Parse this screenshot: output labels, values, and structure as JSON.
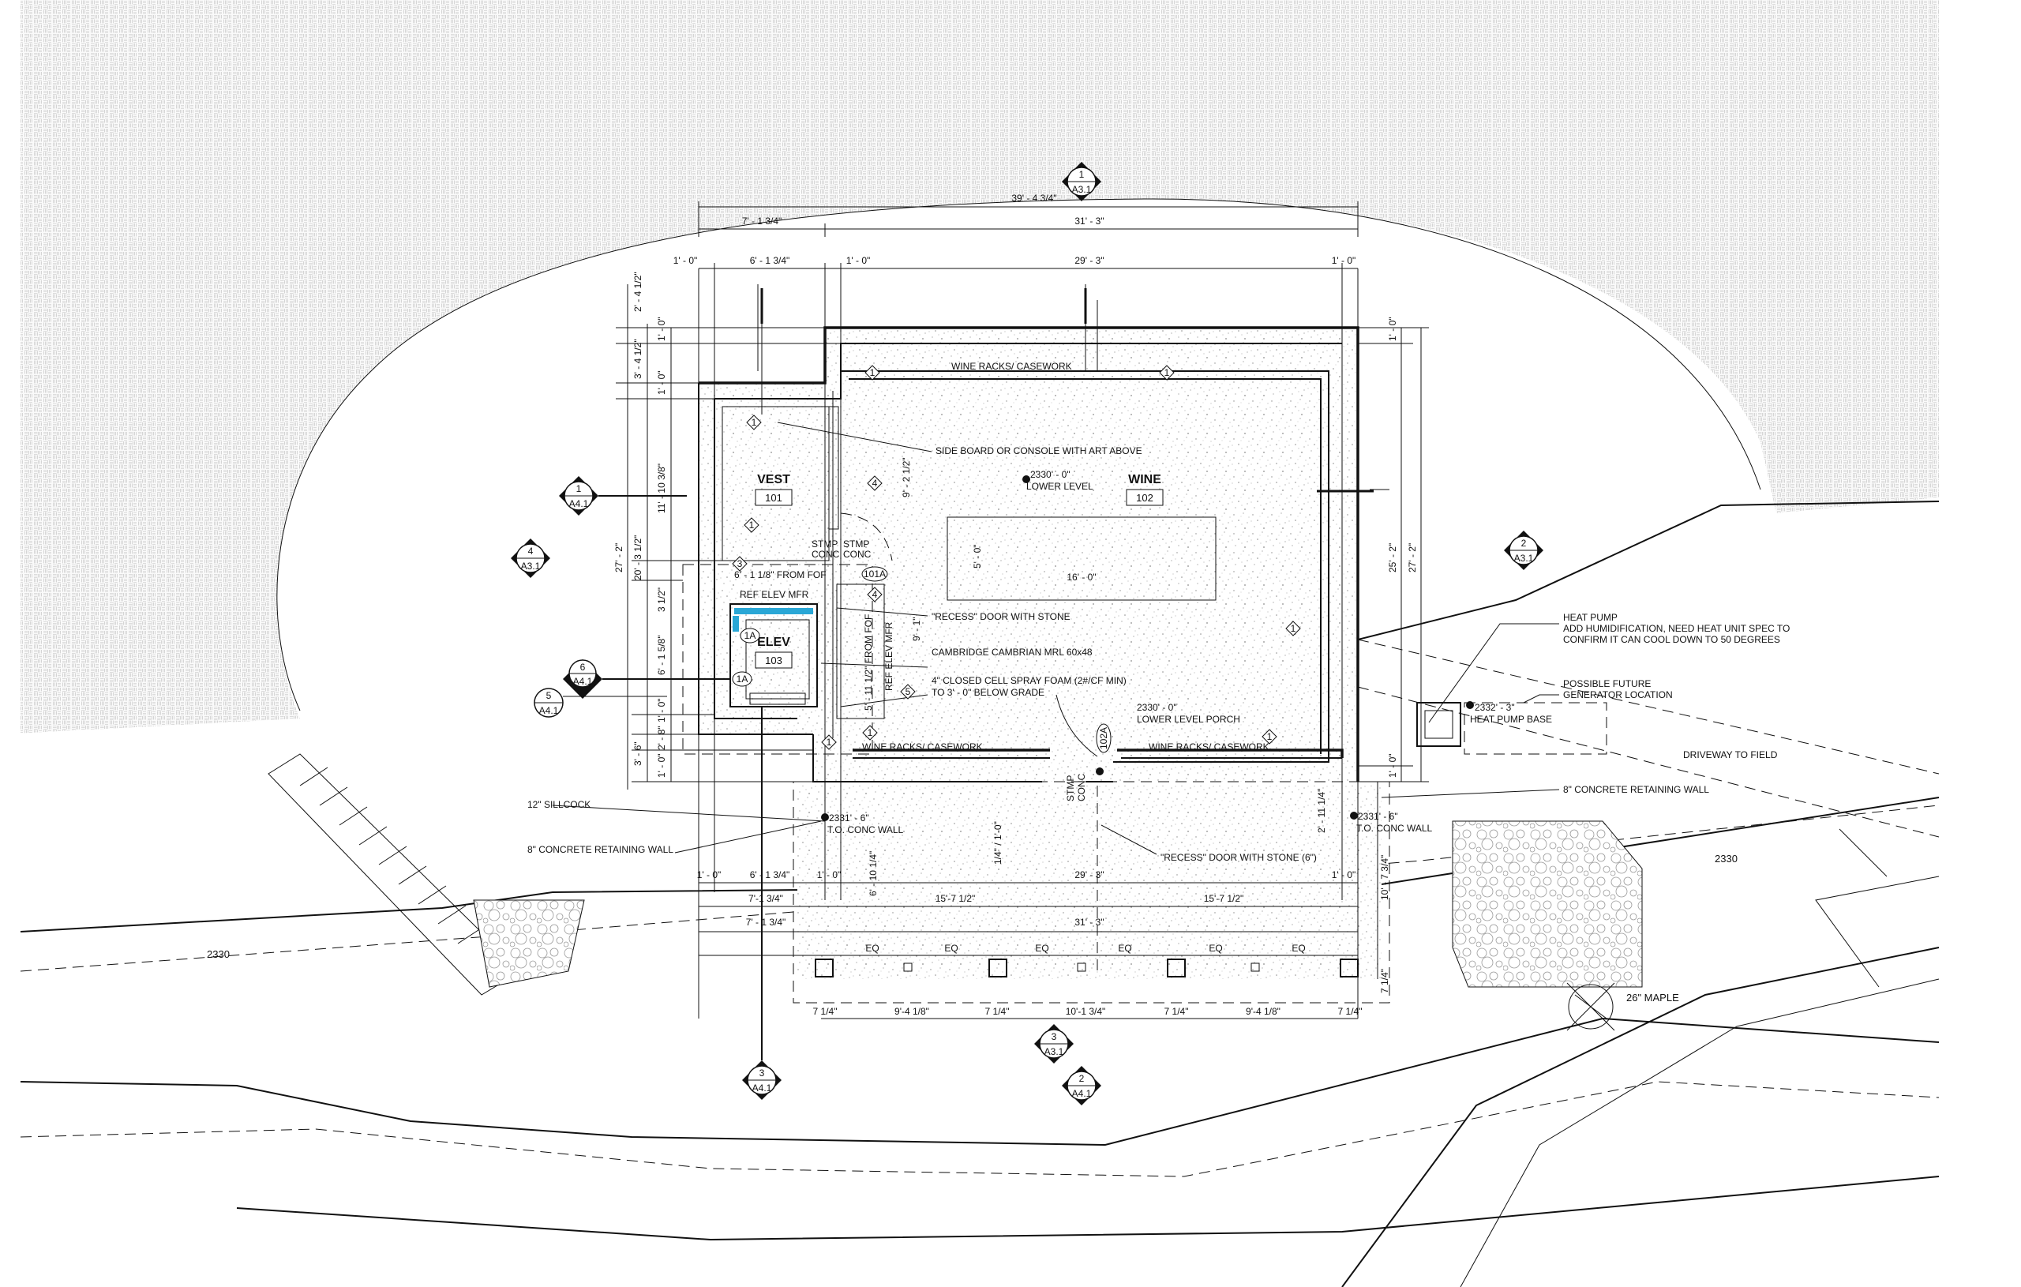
{
  "rooms": {
    "vest": {
      "name": "VEST",
      "number": "101"
    },
    "wine": {
      "name": "WINE",
      "number": "102"
    },
    "elev": {
      "name": "ELEV",
      "number": "103"
    }
  },
  "spot_elevations": {
    "lower_level": {
      "value": "2330' - 0\"",
      "label": "LOWER LEVEL"
    },
    "lower_level_porch": {
      "value": "2330' - 0\"",
      "label": "LOWER LEVEL PORCH"
    },
    "heat_pump_base": {
      "value": "2332' - 3\"",
      "label": "HEAT PUMP BASE"
    },
    "conc_wall_left": {
      "value": "2331' - 6\"",
      "label": "T.O. CONC WALL"
    },
    "conc_wall_right": {
      "value": "2331' - 6\"",
      "label": "T.O. CONC WALL"
    }
  },
  "notes": {
    "wine_racks_top": "WINE RACKS/ CASEWORK",
    "wine_racks_left": "WINE RACKS/ CASEWORK",
    "wine_racks_right": "WINE RACKS/ CASEWORK",
    "side_board": "SIDE BOARD OR CONSOLE WITH ART ABOVE",
    "recess_door": "\"RECESS\" DOOR WITH STONE",
    "recess_door_6": "\"RECESS\" DOOR WITH STONE (6\")",
    "cambridge": "CAMBRIDGE CAMBRIAN MRL 60x48",
    "spray_foam_1": "4\" CLOSED CELL SPRAY FOAM (2#/CF MIN)",
    "spray_foam_2": "TO 3' - 0\" BELOW GRADE",
    "heat_pump_1": "HEAT PUMP",
    "heat_pump_2": "ADD HUMIDIFICATION, NEED HEAT UNIT SPEC TO",
    "heat_pump_3": "CONFIRM IT CAN COOL DOWN TO 50 DEGREES",
    "generator_1": "POSSIBLE FUTURE",
    "generator_2": "GENERATOR LOCATION",
    "driveway": "DRIVEWAY TO FIELD",
    "retaining_right": "8\" CONCRETE RETAINING WALL",
    "retaining_left": "8\" CONCRETE RETAINING WALL",
    "sillcock": "12\" SILLCOCK",
    "maple": "26\" MAPLE",
    "from_fof": "6' - 1 1/8\" FROM FOF",
    "ref_elev_mfr": "REF ELEV MFR",
    "ref_elev_mfr_vert": "REF ELEV MFR",
    "from_fof_vert": "5' - 11 1/2\" FROM FOF",
    "stmp_conc_1a": "STMP",
    "stmp_conc_1b": "CONC",
    "stmp_conc_2a": "STMP",
    "stmp_conc_2b": "CONC",
    "stmp_conc_3a": "STMP",
    "stmp_conc_3b": "CONC",
    "slope": "1/4\" / 1'-0\"",
    "contour_1": "2330",
    "contour_2": "2330"
  },
  "dims": {
    "overall_top": "39' - 4 3/4\"",
    "d7_1": "7' - 1 3/4\"",
    "d31_3": "31' - 3\"",
    "d1_0a": "1' - 0\"",
    "d6_1": "6' - 1 3/4\"",
    "d1_0b": "1' - 0\"",
    "d29_3": "29' - 3\"",
    "d1_0c": "1' - 0\"",
    "v2_4": "2' - 4 1/2\"",
    "v1_0": "1' - 0\"",
    "v3_4": "3' - 4 1/2\"",
    "v1_0b": "1' - 0\"",
    "v11_10": "11' - 10 3/8\"",
    "v27_2l": "27' - 2\"",
    "v20_3": "20' - 3 1/2\"",
    "v3_half": "3 1/2\"",
    "v6_1": "6' - 1 5/8\"",
    "v1_0c": "1' - 0\"",
    "v2_8": "2' - 8\"",
    "v3_6": "3' - 6\"",
    "v1_0d": "1' - 0\"",
    "v9_2": "9' - 2 1/2\"",
    "v5_0": "5' - 0\"",
    "h16_0": "16' - 0\"",
    "v9_1": "9' - 1\"",
    "v1_0r": "1' - 0\"",
    "v25_2": "25' - 2\"",
    "v27_2r": "27' - 2\"",
    "v1_0r2": "1' - 0\"",
    "v2_11": "2' - 11 1/4\"",
    "v10_7": "10' - 7 3/4\"",
    "v7_q": "7 1/4\"",
    "v6_10": "6' - 10 1/4\"",
    "b1_0a": "1' - 0\"",
    "b6_1": "6' - 1 3/4\"",
    "b1_0b": "1' - 0\"",
    "b29_3": "29' - 3\"",
    "b1_0c": "1' - 0\"",
    "b7_1a": "7'-1 3/4\"",
    "b15_7a": "15'-7 1/2\"",
    "b15_7b": "15'-7 1/2\"",
    "b7_1b": "7' - 1 3/4\"",
    "b31_3": "31' - 3\"",
    "eq1": "EQ",
    "eq2": "EQ",
    "eq3": "EQ",
    "eq4": "EQ",
    "eq5": "EQ",
    "eq6": "EQ",
    "p7_1": "7 1/4\"",
    "p9_4a": "9'-4 1/8\"",
    "p7_2": "7 1/4\"",
    "p10_1": "10'-1 3/4\"",
    "p7_3": "7 1/4\"",
    "p9_4b": "9'-4 1/8\"",
    "p7_4": "7 1/4\""
  },
  "tags": {
    "t1": "1",
    "t2": "1",
    "t3": "1",
    "t4": "4",
    "t5": "1",
    "t6": "3",
    "t7": "4",
    "t8": "5",
    "t9": "1",
    "t10": "1",
    "t11": "1",
    "t12": "1",
    "door101a": "101A",
    "door102a": "102A",
    "door1a_a": "1A",
    "door1a_b": "1A"
  },
  "section_markers": {
    "top": {
      "num": "1",
      "sheet": "A3.1"
    },
    "left_a": {
      "num": "1",
      "sheet": "A4.1"
    },
    "left_b": {
      "num": "4",
      "sheet": "A3.1"
    },
    "left_c": {
      "num": "6",
      "sheet": "A4.1"
    },
    "left_d": {
      "num": "5",
      "sheet": "A4.1"
    },
    "right": {
      "num": "2",
      "sheet": "A3.1"
    },
    "bottom_a": {
      "num": "3",
      "sheet": "A4.1"
    },
    "bottom_b": {
      "num": "3",
      "sheet": "A3.1"
    },
    "bottom_c": {
      "num": "2",
      "sheet": "A4.1"
    }
  },
  "colors": {
    "line": "#111111",
    "accent": "#2aa7d6"
  }
}
